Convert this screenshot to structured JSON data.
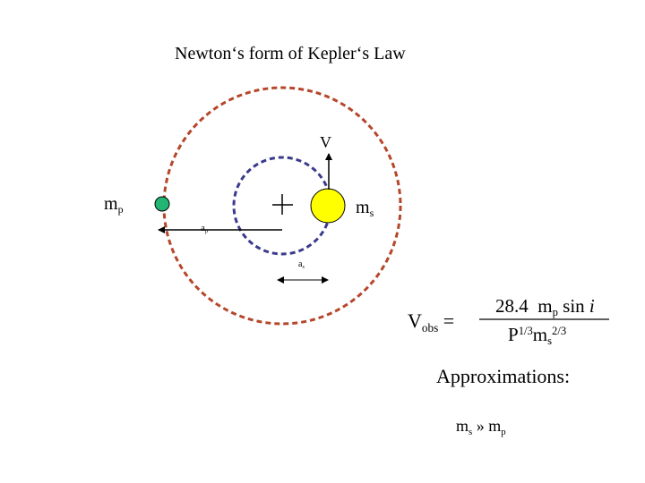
{
  "title": "Newton‘s form of Kepler‘s Law",
  "labels": {
    "velocity": "V",
    "planet_mass": "m",
    "planet_mass_sub": "p",
    "star_mass": "m",
    "star_mass_sub": "s",
    "planet_semimajor": "a",
    "planet_semimajor_sub": "p",
    "star_semimajor": "a",
    "star_semimajor_sub": "s"
  },
  "formula": {
    "lhs_main": "V",
    "lhs_sub": "obs",
    "equals": "=",
    "num_const": "28.4",
    "num_m": "m",
    "num_m_sub": "p",
    "num_sin": " sin ",
    "num_i": "i",
    "den_p": "P",
    "den_p_sup": "1/3",
    "den_m": "m",
    "den_m_sub": "s",
    "den_m_sup": "2/3"
  },
  "approximations": {
    "heading": "Approximations:",
    "lhs_m": "m",
    "lhs_sub": "s",
    "relation": " » ",
    "rhs_m": "m",
    "rhs_sub": "p"
  },
  "colors": {
    "planet_orbit": "#b5462a",
    "star_orbit": "#3a3a8c",
    "planet": "#22b573",
    "star": "#ffff00"
  }
}
